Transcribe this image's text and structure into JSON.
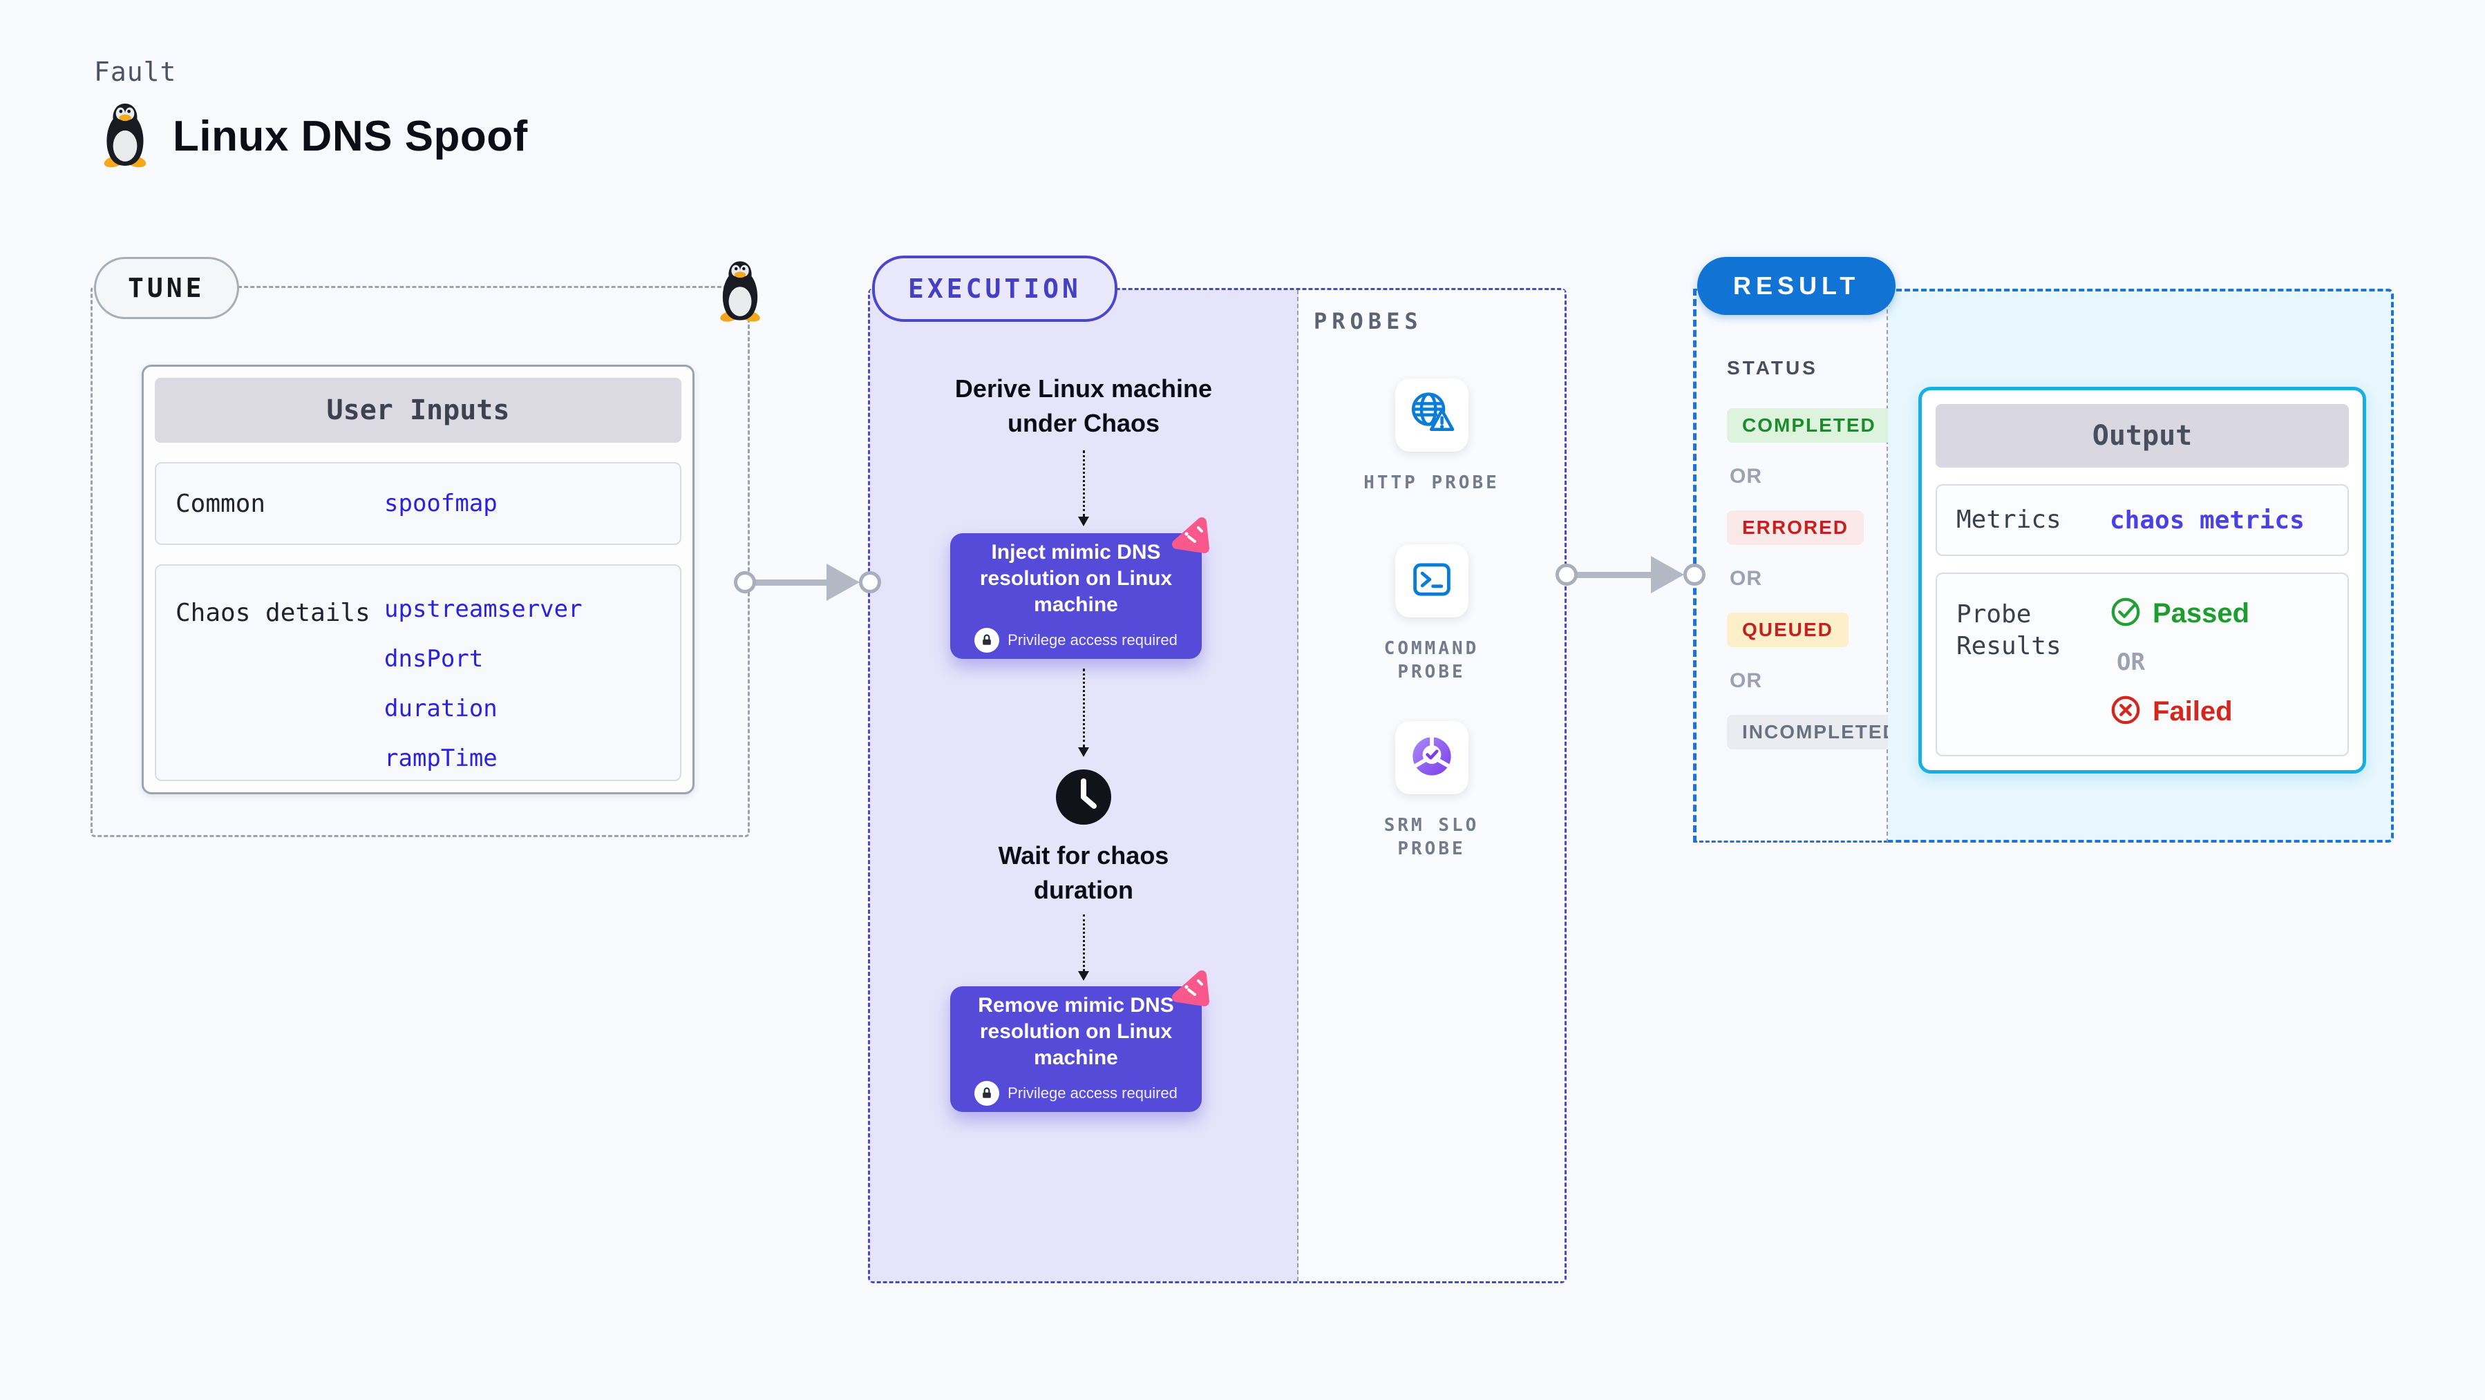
{
  "header": {
    "kicker": "Fault",
    "title": "Linux DNS Spoof"
  },
  "tune": {
    "pill": "TUNE",
    "card_title": "User Inputs",
    "rows": [
      {
        "label": "Common",
        "values": [
          "spoofmap"
        ]
      },
      {
        "label": "Chaos details",
        "values": [
          "upstreamserver",
          "dnsPort",
          "duration",
          "rampTime"
        ]
      }
    ]
  },
  "execution": {
    "pill": "EXECUTION",
    "derive_text": "Derive Linux machine\nunder Chaos",
    "inject_title": "Inject mimic DNS resolution on Linux machine",
    "privilege_badge": "Privilege access required",
    "wait_text": "Wait for chaos\nduration",
    "remove_title": "Remove mimic DNS resolution on Linux machine"
  },
  "probes": {
    "heading": "PROBES",
    "items": [
      {
        "label": "HTTP PROBE",
        "icon": "globe-alert-icon"
      },
      {
        "label": "COMMAND\nPROBE",
        "icon": "terminal-icon"
      },
      {
        "label": "SRM SLO\nPROBE",
        "icon": "slo-donut-check-icon"
      }
    ]
  },
  "result": {
    "pill": "RESULT",
    "status_heading": "STATUS",
    "statuses": [
      {
        "text": "COMPLETED"
      },
      {
        "text": "OR"
      },
      {
        "text": "ERRORED"
      },
      {
        "text": "OR"
      },
      {
        "text": "QUEUED"
      },
      {
        "text": "OR"
      },
      {
        "text": "INCOMPLETED"
      }
    ],
    "output": {
      "title": "Output",
      "metrics_label": "Metrics",
      "metrics_value": "chaos metrics",
      "probe_results_label": "Probe Results",
      "passed": "Passed",
      "or": "OR",
      "failed": "Failed"
    }
  },
  "colors": {
    "accent_indigo": "#4B46CE",
    "node_purple": "#564BD8",
    "result_blue": "#1174D4",
    "cyan_border": "#17AEE2",
    "link_blue": "#2B22DF",
    "passed_green": "#1F9C2F",
    "failed_red": "#D2271E",
    "chaos_pink": "#F9588C",
    "probe_blue": "#0A7CD6"
  }
}
